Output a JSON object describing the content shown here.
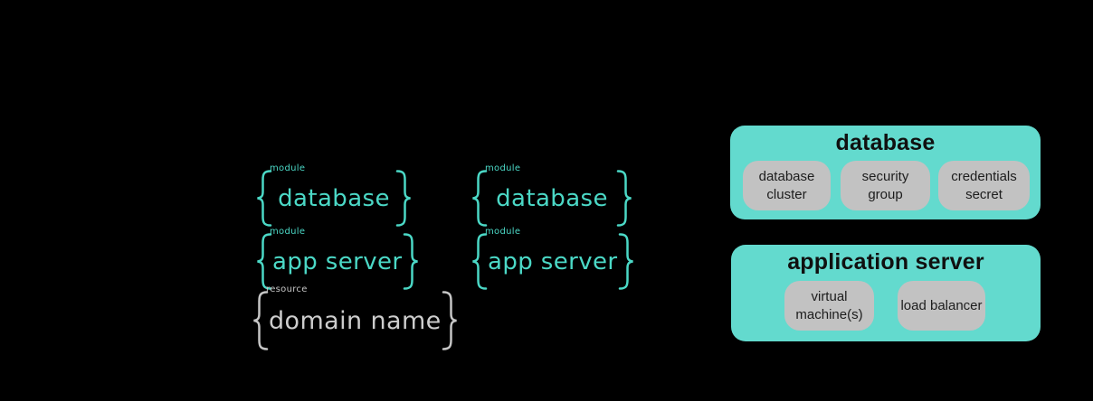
{
  "diagram": {
    "colors": {
      "background": "#000000",
      "module_accent": "#4BD8C6",
      "resource_accent": "#C6C6C6",
      "container_background": "#63DACE",
      "item_background": "#C2C2C2",
      "container_title_text": "#101010",
      "item_text": "#1D1D1D"
    },
    "brace_groups": [
      {
        "label": "module",
        "text": "database"
      },
      {
        "label": "module",
        "text": "app server"
      },
      {
        "label": "resource",
        "text": "domain name"
      },
      {
        "label": "module",
        "text": "database"
      },
      {
        "label": "module",
        "text": "app server"
      }
    ],
    "containers": [
      {
        "title": "database",
        "items": [
          "database\ncluster",
          "security\ngroup",
          "credentials\nsecret"
        ]
      },
      {
        "title": "application server",
        "items": [
          "virtual\nmachine(s)",
          "load balancer"
        ]
      }
    ]
  }
}
